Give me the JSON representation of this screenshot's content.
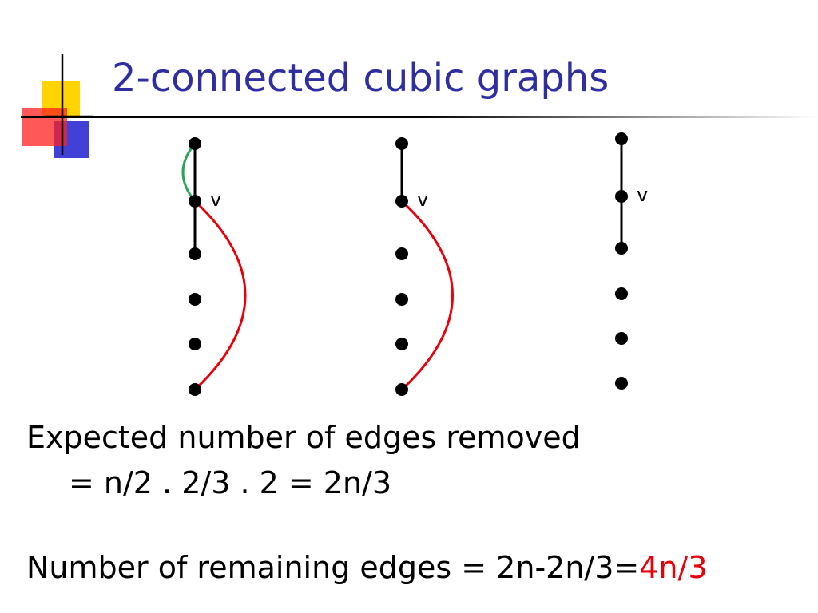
{
  "title": "2-connected cubic graphs",
  "colors": {
    "title": "#2e2ea0",
    "chord_green": "#2aa65a",
    "chord_red": "#e8000b",
    "highlight": "#e8000b",
    "logo_yellow": "#ffd400",
    "logo_red": "#ff2020",
    "logo_blue": "#2020d0"
  },
  "diagram": {
    "vertex_label": "v",
    "graph1": {
      "chords": [
        "green",
        "red"
      ]
    },
    "graph2": {
      "chords": [
        "red"
      ]
    },
    "graph3": {
      "chords": []
    }
  },
  "body": {
    "line1": "Expected number of edges removed",
    "line2": "= n/2 . 2/3 . 2 = 2n/3",
    "line3_prefix": "Number of remaining edges = 2n-2n/3=",
    "line3_highlight": "4n/3"
  }
}
